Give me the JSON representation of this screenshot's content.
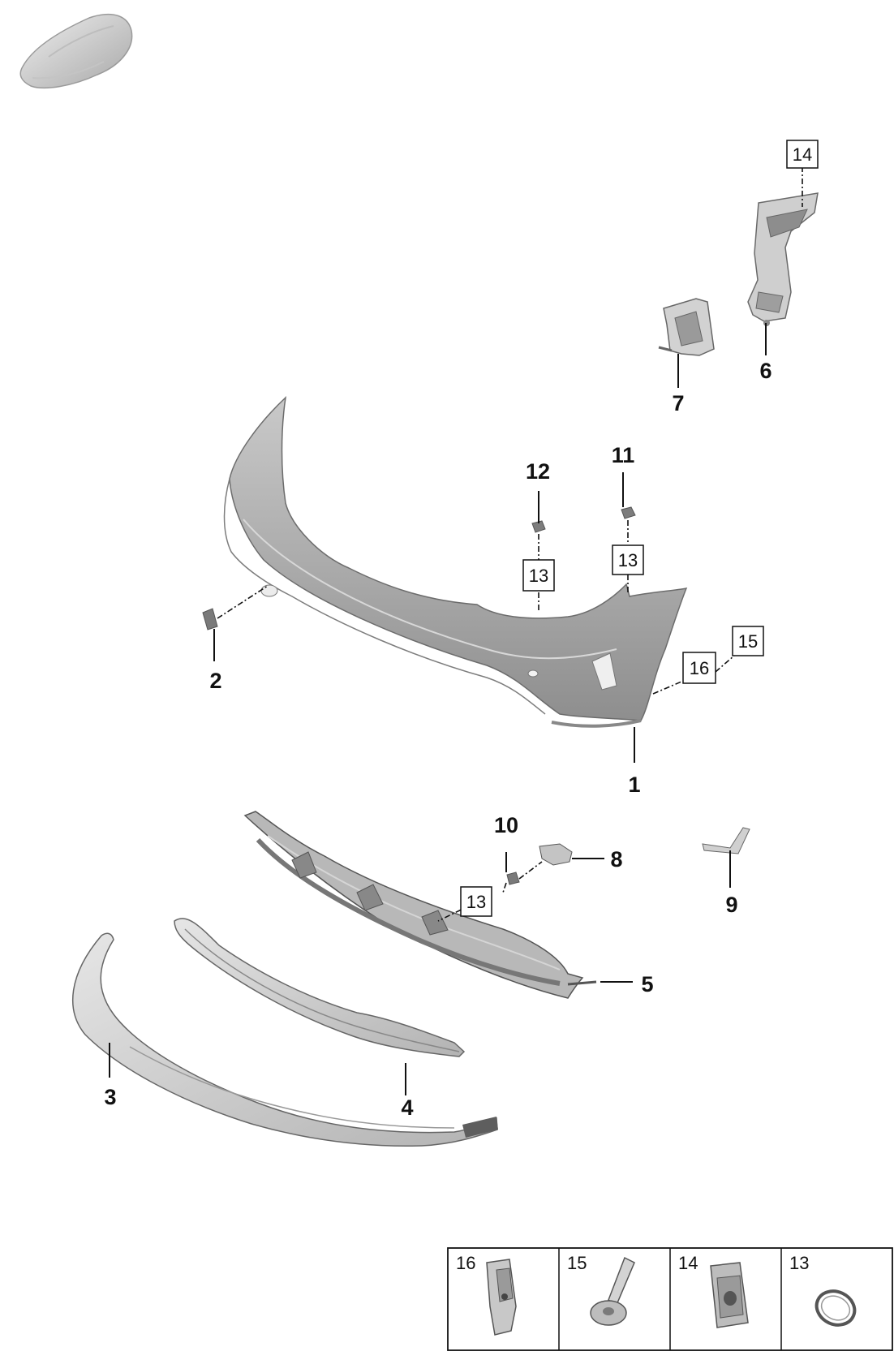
{
  "callouts": {
    "c1": "1",
    "c2": "2",
    "c3": "3",
    "c4": "4",
    "c5": "5",
    "c6": "6",
    "c7": "7",
    "c8": "8",
    "c9": "9",
    "c10": "10",
    "c11": "11",
    "c12": "12"
  },
  "boxed_refs": {
    "b14": "14",
    "b13_a": "13",
    "b13_b": "13",
    "b13_c": "13",
    "b15": "15",
    "b16": "16"
  },
  "hardware_legend": {
    "items": [
      {
        "number": "16",
        "icon": "clip-nut-icon"
      },
      {
        "number": "15",
        "icon": "screw-icon"
      },
      {
        "number": "14",
        "icon": "clip-nut-icon"
      },
      {
        "number": "13",
        "icon": "seal-ring-icon"
      }
    ]
  }
}
